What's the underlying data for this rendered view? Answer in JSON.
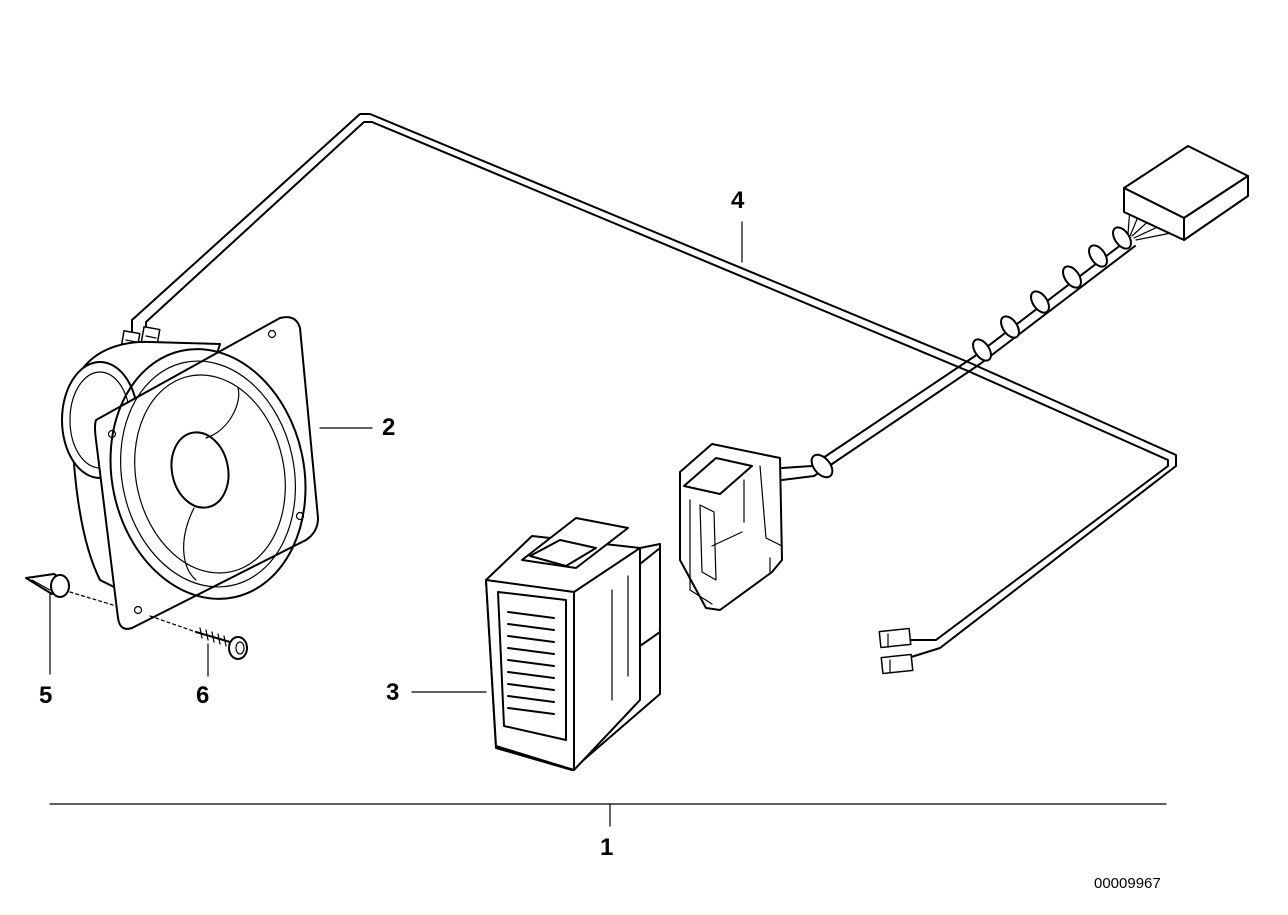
{
  "callouts": {
    "c1": "1",
    "c2": "2",
    "c3": "3",
    "c4": "4",
    "c5": "5",
    "c6": "6"
  },
  "reference_number": "00009967"
}
